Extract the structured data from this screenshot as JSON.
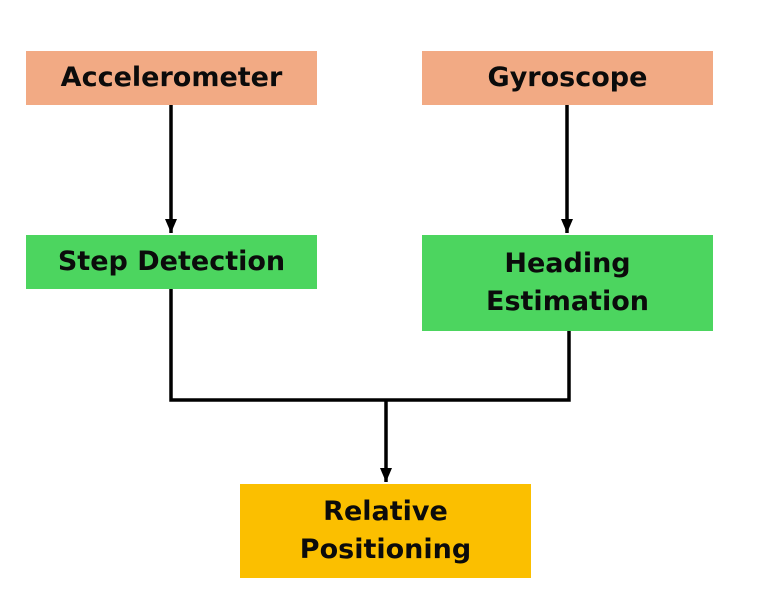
{
  "nodes": {
    "accelerometer": {
      "label": "Accelerometer"
    },
    "gyroscope": {
      "label": "Gyroscope"
    },
    "step_detection": {
      "label": "Step Detection"
    },
    "heading_estimation": {
      "lines": [
        "Heading",
        "Estimation"
      ]
    },
    "relative_positioning": {
      "lines": [
        "Relative",
        "Positioning"
      ]
    }
  },
  "colors": {
    "sensor_box": "#f2aa84",
    "process_box": "#4cd55f",
    "output_box": "#fbbf00",
    "connector": "#000000"
  }
}
